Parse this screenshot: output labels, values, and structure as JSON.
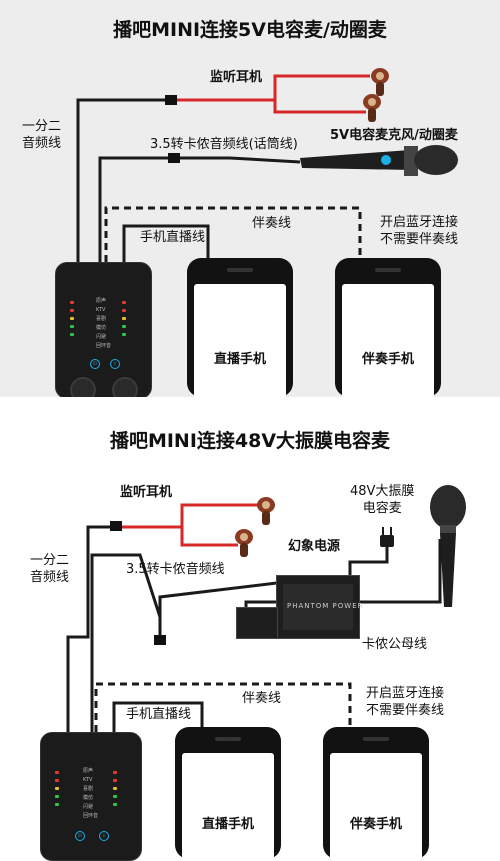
{
  "colors": {
    "cable": "#1a1a1a",
    "monitor_cable": "#d62828",
    "panel_top_bg": "#ededed",
    "panel_bottom_bg": "#ffffff",
    "led_red": "#e23b2e",
    "led_green": "#35c24a",
    "led_yellow": "#e6c02a",
    "led_blue": "#1ab0e8"
  },
  "top": {
    "title": "播吧MINI连接5V电容麦/动圈麦",
    "monitor_earphone": "监听耳机",
    "splitter": "一分二\n音频线",
    "adapter_cable": "3.5转卡侬音频线(话筒线)",
    "mic": "5V电容麦克风/动圈麦",
    "accompaniment_cable": "伴奏线",
    "phone_live_cable": "手机直播线",
    "bluetooth_note": "开启蓝牙连接\n不需要伴奏线",
    "phone_live": "直播手机",
    "phone_accomp": "伴奏手机"
  },
  "bottom": {
    "title": "播吧MINI连接48V大振膜电容麦",
    "monitor_earphone": "监听耳机",
    "mic": "48V大振膜\n电容麦",
    "phantom_power": "幻象电源",
    "phantom_brand": "PHANTOM POWER",
    "splitter": "一分二\n音频线",
    "adapter_cable": "3.5转卡侬音频线",
    "xlr_cable": "卡侬公母线",
    "accompaniment_cable": "伴奏线",
    "phone_live_cable": "手机直播线",
    "bluetooth_note": "开启蓝牙连接\n不需要伴奏线",
    "phone_live": "直播手机",
    "phone_accomp": "伴奏手机"
  },
  "device": {
    "labels": [
      "原声",
      "KTV",
      "喜剧",
      "模仿",
      "闪避",
      "回环音"
    ]
  }
}
